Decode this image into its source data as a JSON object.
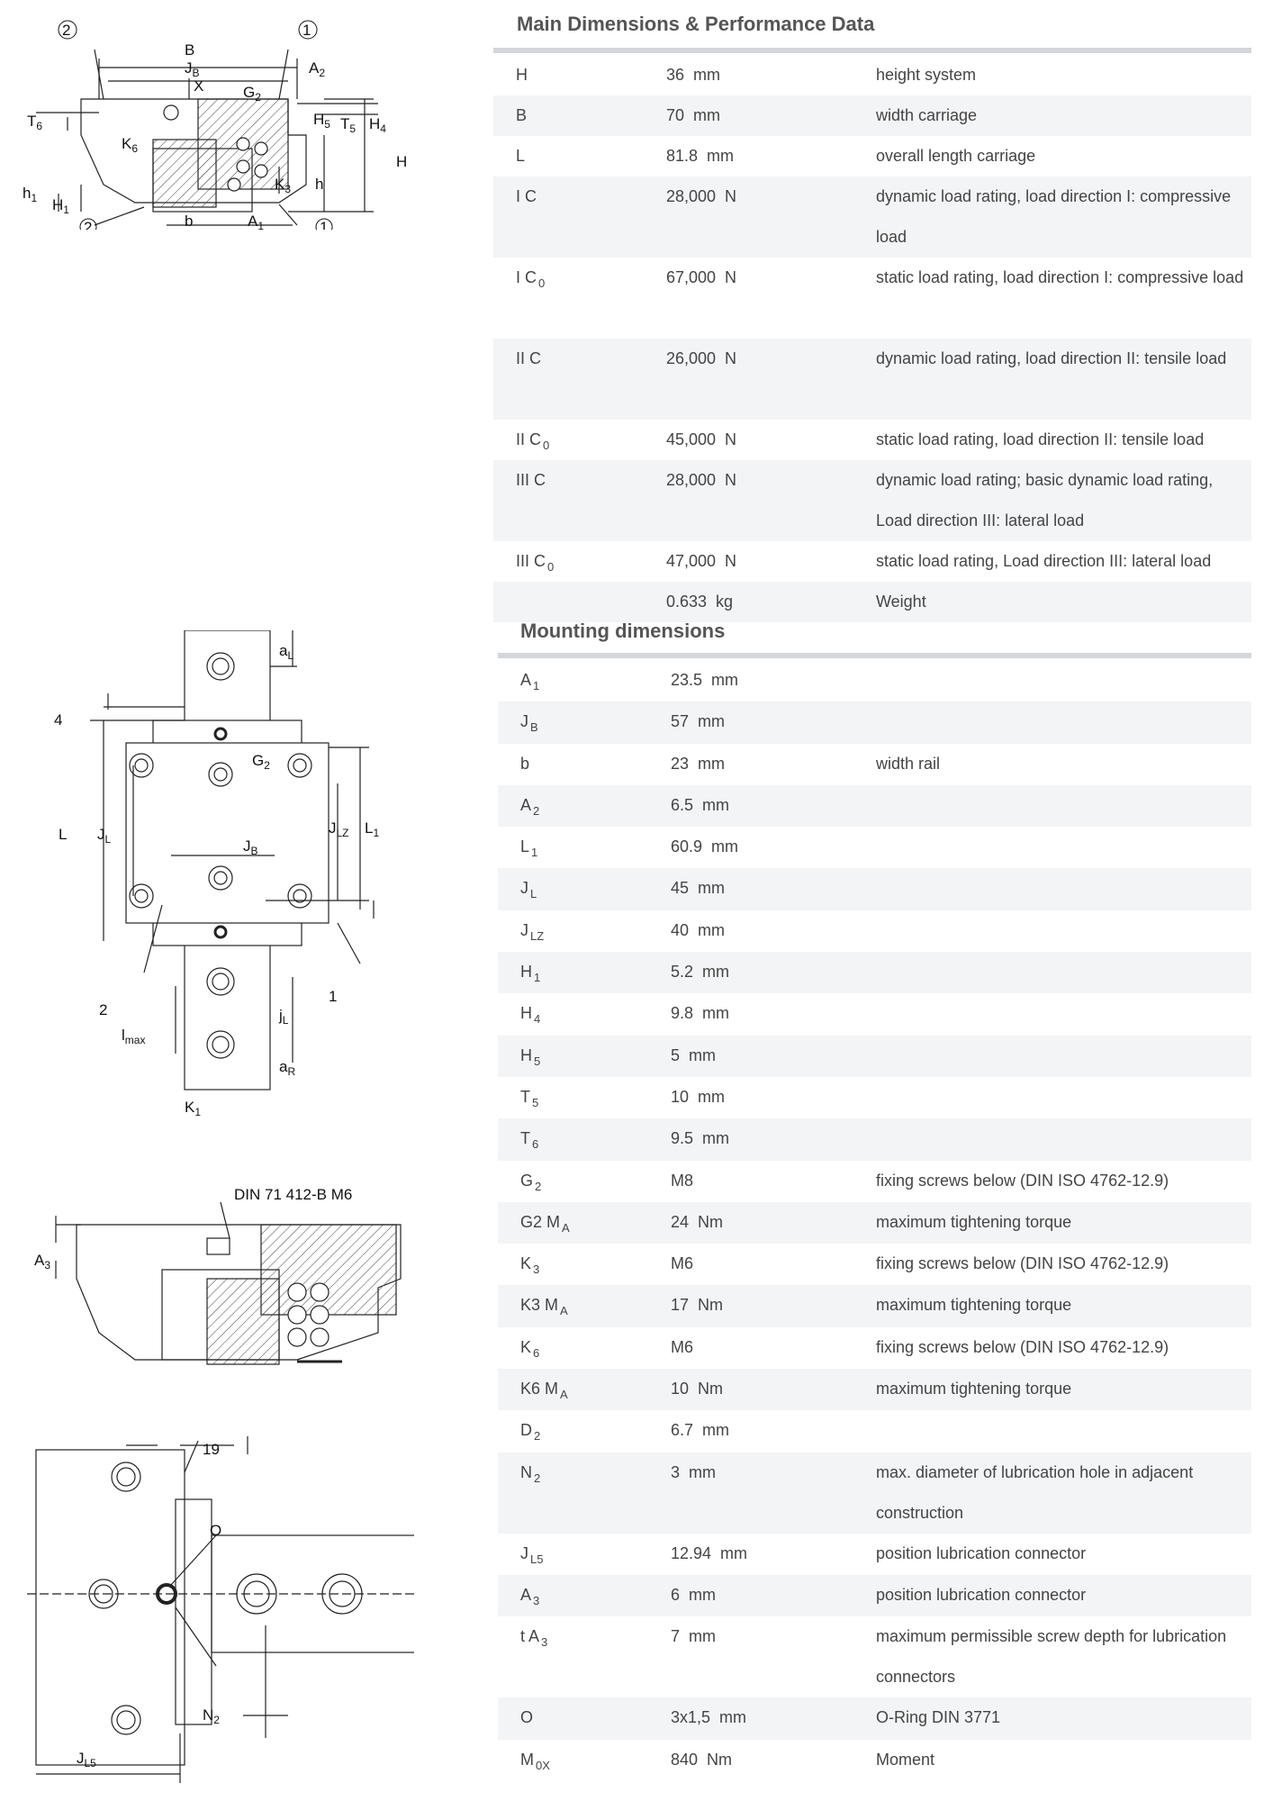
{
  "main_section": {
    "title": "Main Dimensions & Performance Data",
    "rows": [
      {
        "param": "H",
        "sub": "",
        "value": "36  mm",
        "desc": "height system"
      },
      {
        "param": "B",
        "sub": "",
        "value": "70  mm",
        "desc": "width carriage"
      },
      {
        "param": "L",
        "sub": "",
        "value": "81.8  mm",
        "desc": "overall length carriage"
      },
      {
        "param": "I C",
        "sub": "",
        "value": "28,000  N",
        "desc": "dynamic load rating, load direction I: compressive load"
      },
      {
        "param": "I C",
        "sub": "0",
        "value": "67,000  N",
        "desc": "static load rating, load direction I: compressive load"
      },
      {
        "param": "II C",
        "sub": "",
        "value": "26,000  N",
        "desc": "dynamic load rating, load direction II: tensile load"
      },
      {
        "param": "II C",
        "sub": "0",
        "value": "45,000  N",
        "desc": "static load rating, load direction II: tensile load"
      },
      {
        "param": "III C",
        "sub": "",
        "value": "28,000  N",
        "desc": "dynamic load rating; basic dynamic load rating, Load direction III: lateral load"
      },
      {
        "param": "III C",
        "sub": "0",
        "value": "47,000  N",
        "desc": "static load rating, Load direction III: lateral load"
      },
      {
        "param": "",
        "sub": "",
        "value": "0.633  kg",
        "desc": "Weight"
      }
    ]
  },
  "mounting_section": {
    "title": "Mounting dimensions",
    "rows": [
      {
        "param": "A",
        "sub": "1",
        "value": "23.5  mm",
        "desc": ""
      },
      {
        "param": "J",
        "sub": "B",
        "value": "57  mm",
        "desc": ""
      },
      {
        "param": "b",
        "sub": "",
        "value": "23  mm",
        "desc": "width rail"
      },
      {
        "param": "A",
        "sub": "2",
        "value": "6.5  mm",
        "desc": ""
      },
      {
        "param": "L",
        "sub": "1",
        "value": "60.9  mm",
        "desc": ""
      },
      {
        "param": "J",
        "sub": "L",
        "value": "45  mm",
        "desc": ""
      },
      {
        "param": "J",
        "sub": "LZ",
        "value": "40  mm",
        "desc": ""
      },
      {
        "param": "H",
        "sub": "1",
        "value": "5.2  mm",
        "desc": ""
      },
      {
        "param": "H",
        "sub": "4",
        "value": "9.8  mm",
        "desc": ""
      },
      {
        "param": "H",
        "sub": "5",
        "value": "5  mm",
        "desc": ""
      },
      {
        "param": "T",
        "sub": "5",
        "value": "10  mm",
        "desc": ""
      },
      {
        "param": "T",
        "sub": "6",
        "value": "9.5  mm",
        "desc": ""
      },
      {
        "param": "G",
        "sub": "2",
        "value": "M8",
        "desc": "fixing screws below (DIN ISO 4762-12.9)"
      },
      {
        "param": "G2 M",
        "sub": "A",
        "value": "24  Nm",
        "desc": "maximum tightening torque"
      },
      {
        "param": "K",
        "sub": "3",
        "value": "M6",
        "desc": "fixing screws below (DIN ISO 4762-12.9)"
      },
      {
        "param": "K3 M",
        "sub": "A",
        "value": "17  Nm",
        "desc": "maximum tightening torque"
      },
      {
        "param": "K",
        "sub": "6",
        "value": "M6",
        "desc": "fixing screws below (DIN ISO 4762-12.9)"
      },
      {
        "param": "K6 M",
        "sub": "A",
        "value": "10  Nm",
        "desc": "maximum tightening torque"
      },
      {
        "param": "D",
        "sub": "2",
        "value": "6.7  mm",
        "desc": ""
      },
      {
        "param": "N",
        "sub": "2",
        "value": "3  mm",
        "desc": "max. diameter of lubrication hole in adjacent construction"
      },
      {
        "param": "J",
        "sub": "L5",
        "value": "12.94  mm",
        "desc": "position lubrication connector"
      },
      {
        "param": "A",
        "sub": "3",
        "value": "6  mm",
        "desc": "position lubrication connector"
      },
      {
        "param": "t A",
        "sub": "3",
        "value": "7  mm",
        "desc": "maximum permissible screw depth for lubrication connectors"
      },
      {
        "param": "O",
        "sub": "",
        "value": "3x1,5  mm",
        "desc": "O-Ring DIN 3771"
      },
      {
        "param": "M",
        "sub": "0X",
        "value": "840  Nm",
        "desc": "Moment"
      }
    ]
  },
  "drawings": {
    "front_view": {
      "labels": {
        "n2": "2",
        "n1": "1",
        "B": "B",
        "JB": "J",
        "JB_sub": "B",
        "A2": "A",
        "A2_sub": "2",
        "X": "X",
        "G2": "G",
        "G2_sub": "2",
        "T6": "T",
        "T6_sub": "6",
        "K6": "K",
        "K6_sub": "6",
        "H5": "H",
        "H5_sub": "5",
        "T5": "T",
        "T5_sub": "5",
        "H4": "H",
        "H4_sub": "4",
        "H": "H",
        "K3": "K",
        "K3_sub": "3",
        "h": "h",
        "h1": "h",
        "h1_sub": "1",
        "H1": "H",
        "H1_sub": "1",
        "b": "b",
        "A1": "A",
        "A1_sub": "1"
      }
    },
    "top_view": {
      "labels": {
        "four": "4",
        "aL": "a",
        "aL_sub": "L",
        "G2": "G",
        "G2_sub": "2",
        "L": "L",
        "JL": "J",
        "JL_sub": "L",
        "JLZ": "J",
        "JLZ_sub": "LZ",
        "L1": "L",
        "L1_sub": "1",
        "JB": "J",
        "JB_sub": "B",
        "n2": "2",
        "n1": "1",
        "jL": "j",
        "jL_sub": "L",
        "lmax": "l",
        "lmax_sub": "max",
        "aR": "a",
        "aR_sub": "R",
        "K1": "K",
        "K1_sub": "1"
      }
    },
    "section_view": {
      "labels": {
        "din": "DIN 71 412-B M6",
        "A3": "A",
        "A3_sub": "3"
      }
    },
    "lube_view": {
      "labels": {
        "n19": "19",
        "O": "O",
        "N2": "N",
        "N2_sub": "2",
        "JL5": "J",
        "JL5_sub": "L5"
      }
    }
  }
}
